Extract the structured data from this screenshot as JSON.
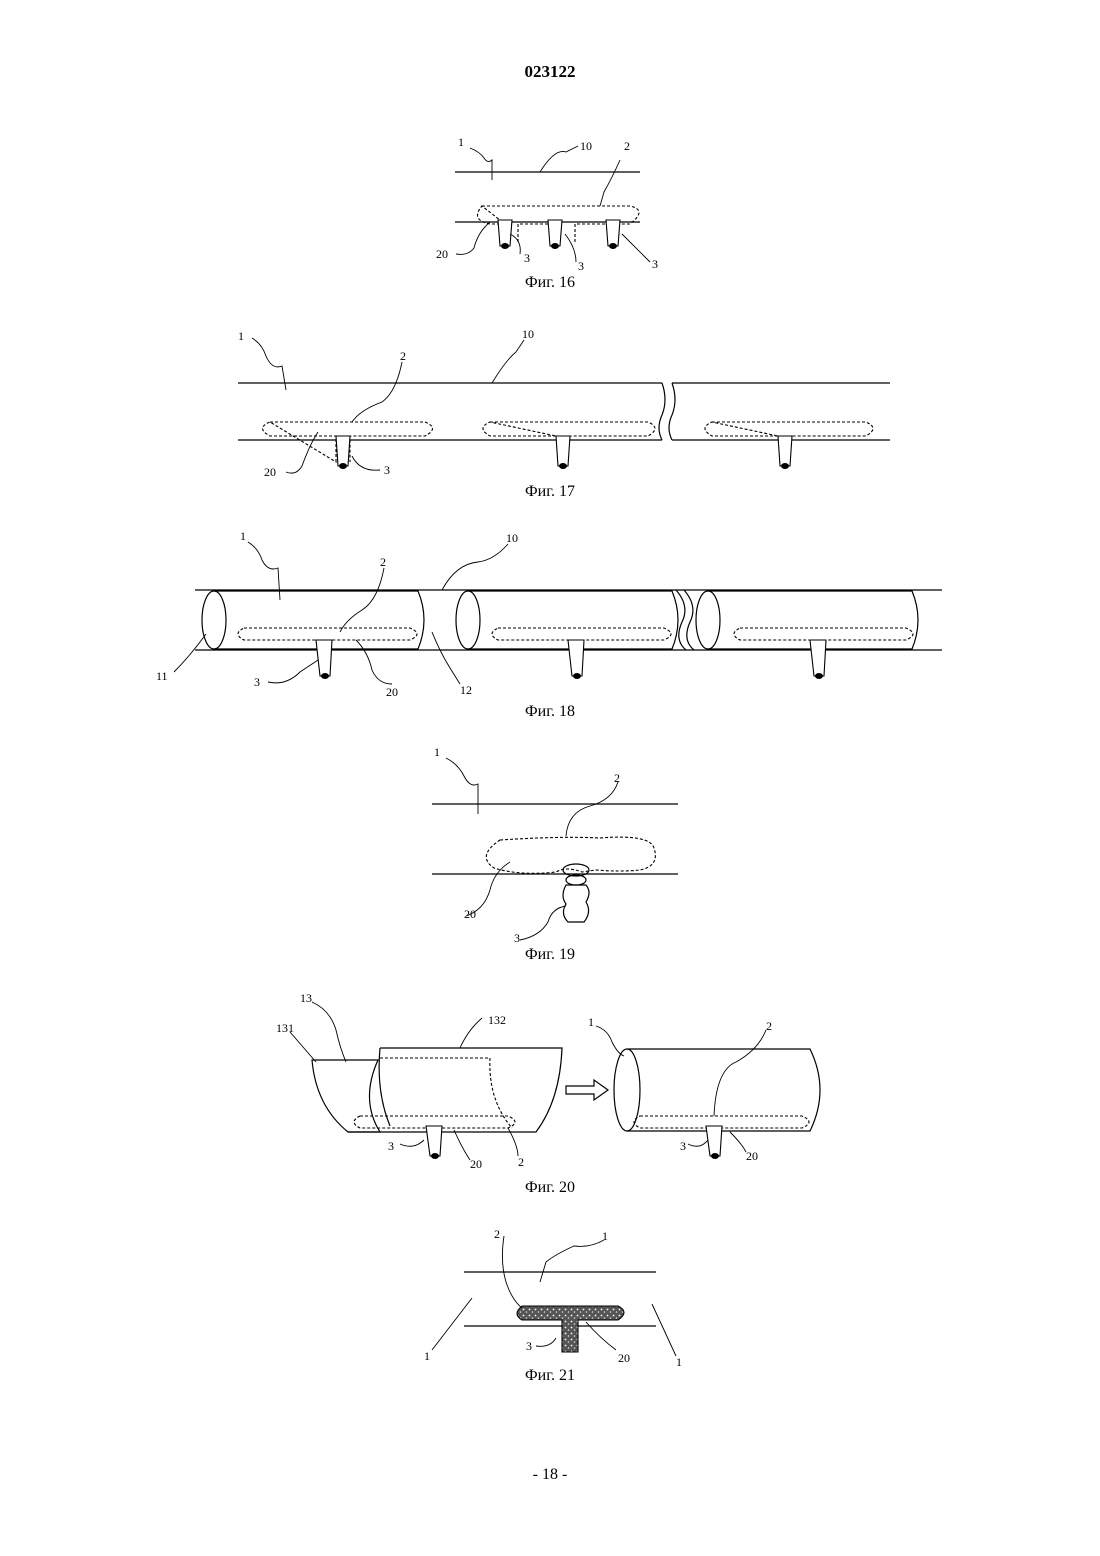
{
  "page": {
    "doc_number": "023122",
    "page_label": "- 18 -"
  },
  "figures": [
    {
      "caption": "Фиг. 16",
      "labels": {
        "l1": "1",
        "l10": "10",
        "l2": "2",
        "l20": "20",
        "l3a": "3",
        "l3b": "3",
        "l3c": "3"
      }
    },
    {
      "caption": "Фиг. 17",
      "labels": {
        "l1": "1",
        "l10": "10",
        "l2": "2",
        "l20": "20",
        "l3": "3"
      }
    },
    {
      "caption": "Фиг. 18",
      "labels": {
        "l1": "1",
        "l10": "10",
        "l2": "2",
        "l11": "11",
        "l3": "3",
        "l20": "20",
        "l12": "12"
      }
    },
    {
      "caption": "Фиг. 19",
      "labels": {
        "l1": "1",
        "l2": "2",
        "l20": "20",
        "l3": "3"
      }
    },
    {
      "caption": "Фиг. 20",
      "labels": {
        "l13": "13",
        "l131": "131",
        "l132": "132",
        "l3a": "3",
        "l20a": "20",
        "l2a": "2",
        "l1": "1",
        "l2b": "2",
        "l3b": "3",
        "l20b": "20"
      }
    },
    {
      "caption": "Фиг. 21",
      "labels": {
        "l2": "2",
        "l1top": "1",
        "l1left": "1",
        "l3": "3",
        "l20": "20",
        "l1right": "1"
      }
    }
  ]
}
